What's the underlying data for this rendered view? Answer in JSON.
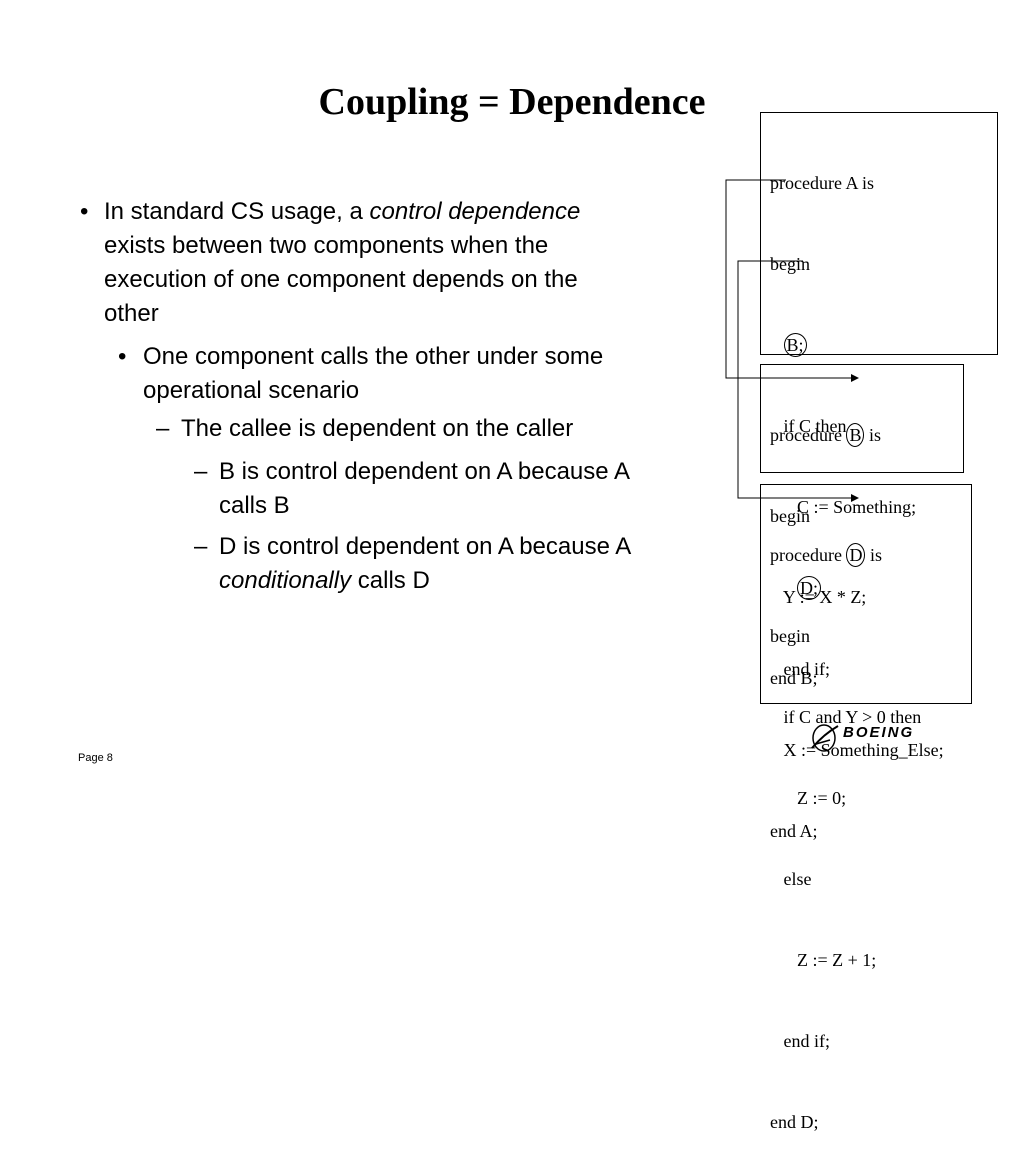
{
  "slide": {
    "title": "Coupling = Dependence",
    "bullets": [
      {
        "level": 1,
        "marker": "•",
        "lines": [
          [
            {
              "t": "In standard CS usage, a "
            },
            {
              "t": "control dependence",
              "i": true
            }
          ],
          [
            {
              "t": "exists between two components when the"
            }
          ],
          [
            {
              "t": "execution of one component depends on the"
            }
          ],
          [
            {
              "t": "other"
            }
          ]
        ]
      },
      {
        "level": 2,
        "marker": "•",
        "lines": [
          [
            {
              "t": "One component calls the other under some"
            }
          ],
          [
            {
              "t": "operational scenario"
            }
          ]
        ]
      },
      {
        "level": 3,
        "marker": "–",
        "lines": [
          [
            {
              "t": "The callee is dependent on the caller"
            }
          ]
        ]
      },
      {
        "level": 4,
        "marker": "–",
        "lines": [
          [
            {
              "t": "B is control dependent on A because A"
            }
          ],
          [
            {
              "t": "calls B"
            }
          ]
        ]
      },
      {
        "level": 4,
        "marker": "–",
        "lines": [
          [
            {
              "t": "D is control dependent on A because A"
            }
          ],
          [
            {
              "t": "conditionally",
              "i": true
            },
            {
              "t": " calls D"
            }
          ]
        ]
      }
    ],
    "code_boxes": [
      {
        "name": "procedure-a",
        "lines": [
          "procedure A is",
          "begin",
          "   B;",
          "   if C then",
          "      C := Something;",
          "      D;",
          "   end if;",
          "   X := Something_Else;",
          "end A;"
        ]
      },
      {
        "name": "procedure-b",
        "lines": [
          "procedure B is",
          "begin",
          "   Y := X * Z;",
          "end B;"
        ]
      },
      {
        "name": "procedure-d",
        "lines": [
          "procedure D is",
          "begin",
          "   if C and Y > 0 then",
          "      Z := 0;",
          "   else",
          "      Z := Z + 1;",
          "   end if;",
          "end D;"
        ]
      }
    ],
    "footer": "Page 8",
    "logo_text": "BOEING"
  }
}
